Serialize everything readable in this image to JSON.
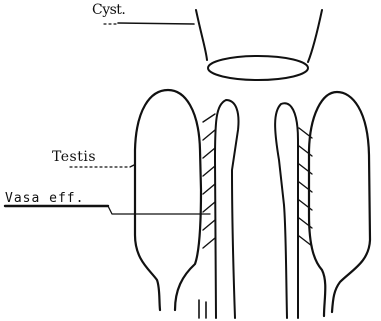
{
  "labels": {
    "cyst": "Cyst.",
    "testis": "Testis",
    "vasa": "Vasa eff."
  }
}
